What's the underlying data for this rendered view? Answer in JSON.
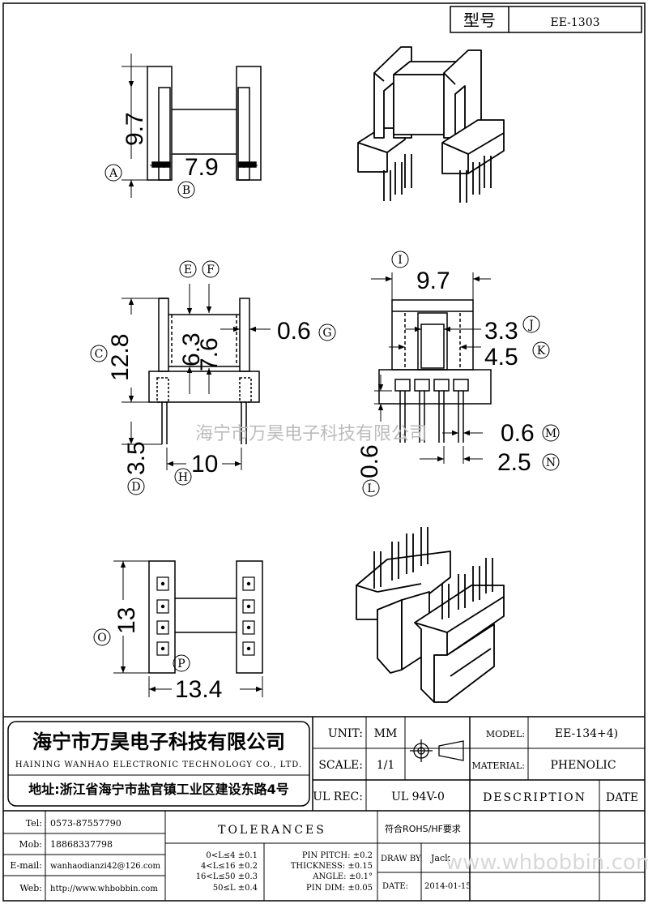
{
  "header": {
    "type_label": "型号",
    "type_value": "EE-1303"
  },
  "dimensions": {
    "top_height": "9.7",
    "top_pin": "7.9",
    "side_inner_63": "6.3",
    "side_inner_76": "7.6",
    "side_wall": "0.6",
    "side_height": "12.8",
    "side_pin_len": "3.5",
    "side_pin_span": "10",
    "front_width": "9.7",
    "front_window": "3.3",
    "front_window_outer": "4.5",
    "front_pin_w": "0.6",
    "front_pitch": "2.5",
    "front_pin_base": "0.6",
    "bottom_height": "13",
    "bottom_width": "13.4"
  },
  "markers": {
    "A": "A",
    "B": "B",
    "C": "C",
    "D": "D",
    "E": "E",
    "F": "F",
    "G": "G",
    "H": "H",
    "I": "I",
    "J": "J",
    "K": "K",
    "L": "L",
    "M": "M",
    "N": "N",
    "O": "O",
    "P": "P"
  },
  "watermark": "海宁市万昊电子科技有限公司",
  "title_block": {
    "company_cn": "海宁市万昊电子科技有限公司",
    "company_en": "HAINING WANHAO ELECTRONIC TECHNOLOGY CO., LTD.",
    "address": "地址:浙江省海宁市盐官镇工业区建设东路4号",
    "unit_label": "UNIT:",
    "unit_value": "MM",
    "scale_label": "SCALE:",
    "scale_value": "1/1",
    "ulrec_label": "UL REC:",
    "ulrec_value": "UL 94V-0",
    "model_label": "MODEL:",
    "model_value": "EE-134+4)",
    "material_label": "MATERIAL:",
    "material_value": "PHENOLIC",
    "description_label": "DESCRIPTION",
    "date_label": "DATE",
    "tel_label": "Tel:",
    "tel_value": "0573-87557790",
    "mob_label": "Mob:",
    "mob_value": "18868337798",
    "email_label": "E-mail:",
    "email_value": "wanhaodianzi42@126.com",
    "web_label": "Web:",
    "web_value": "http://www.whbobbin.com",
    "tolerances_label": "TOLERANCES",
    "rohs": "符合ROHS/HF要求",
    "tol_lines": [
      "0<L≤4 ±0.1",
      "4<L≤16 ±0.2",
      "16<L≤50 ±0.3",
      "50≤L ±0.4"
    ],
    "tol_pin_lines": [
      "PIN PITCH: ±0.2",
      "THICKNESS: ±0.15",
      "ANGLE: ±0.1°",
      "PIN DIM: ±0.05"
    ],
    "drawby_label": "DRAW BY:",
    "drawby_value": "Jack",
    "date_field_label": "DATE:",
    "date_value": "2014-01-15",
    "watermark_url": "www.whbobbin.com"
  }
}
